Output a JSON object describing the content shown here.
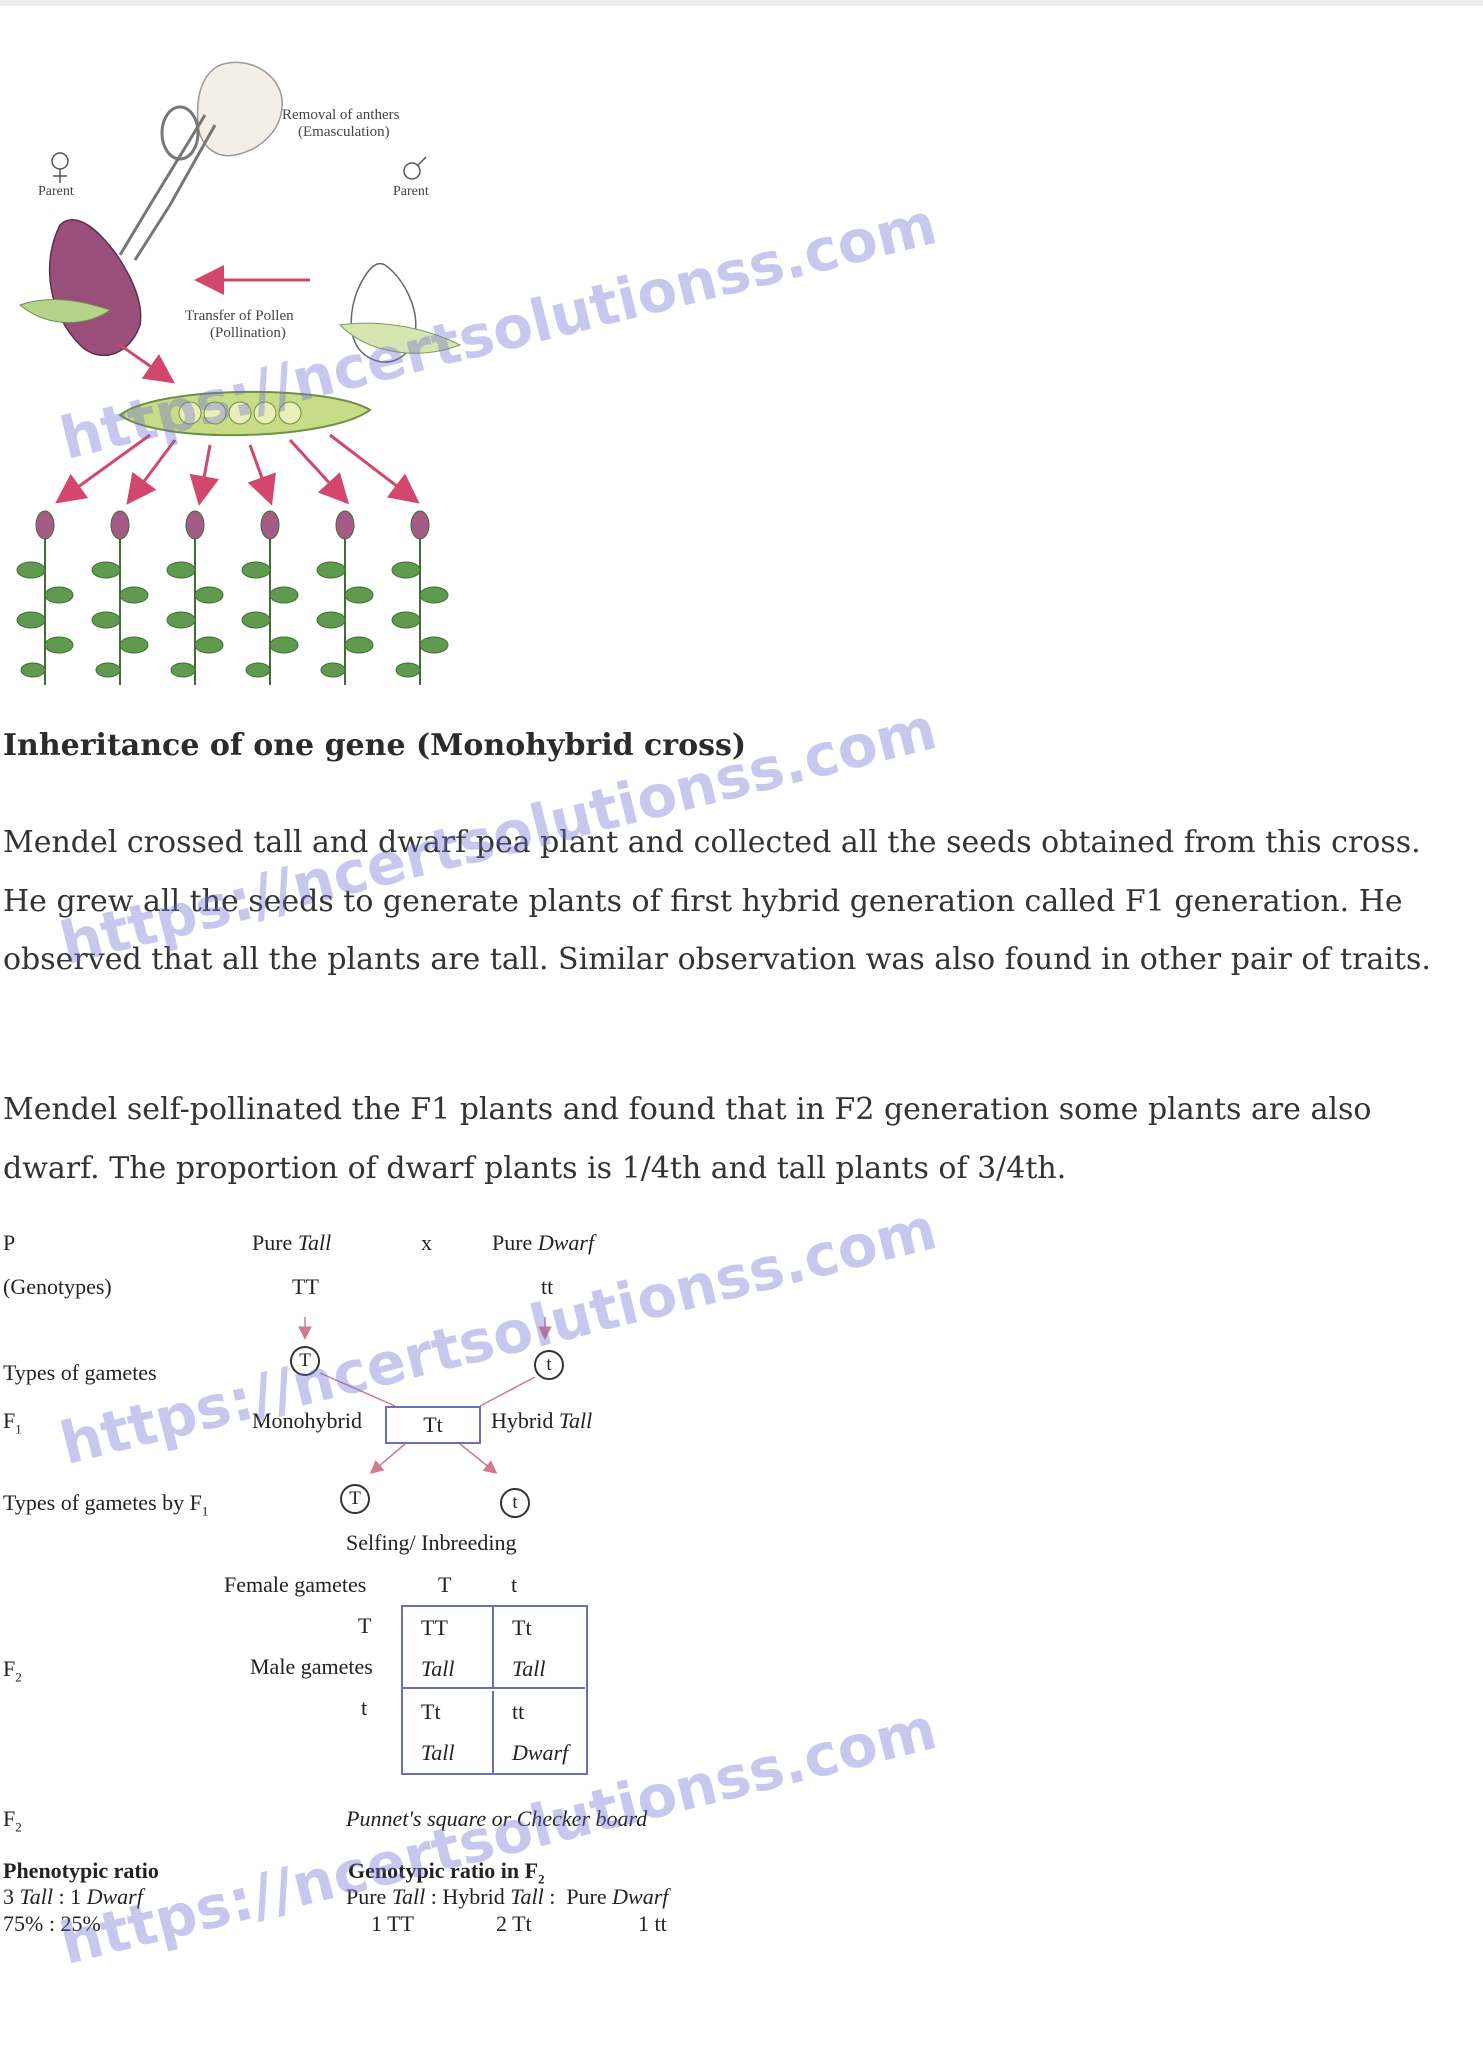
{
  "figure": {
    "removal_label_1": "Removal of anthers",
    "removal_label_2": "(Emasculation)",
    "female_parent": "Parent",
    "male_parent": "Parent",
    "transfer_label_1": "Transfer of Pollen",
    "transfer_label_2": "(Pollination)"
  },
  "heading": "Inheritance of one gene (Monohybrid cross)",
  "paragraphs": [
    "Mendel crossed tall and dwarf pea plant and collected all the seeds obtained from this cross. He grew all the seeds to generate plants of first hybrid generation called F1 generation. He observed that all the plants are tall. Similar observation was also found in other pair of traits.",
    "Mendel self-pollinated the F1 plants and found that in F2 generation some plants are also dwarf. The proportion of dwarf plants is 1/4th and tall plants of 3/4th."
  ],
  "cross": {
    "p_label": "P",
    "pure_word": "Pure",
    "tall_word": "Tall",
    "cross_sign": "x",
    "dwarf_word": "Dwarf",
    "genotypes_label": "(Genotypes)",
    "genotype_tall": "TT",
    "genotype_dwarf": "tt",
    "gametes_label": "Types of gametes",
    "gamete_T": "T",
    "gamete_t": "t",
    "f1_label": "F",
    "f1_sub": "1",
    "monohybrid": "Monohybrid",
    "f1_genotype": "Tt",
    "hybrid_word": "Hybrid",
    "gametes_f1_label": "Types of gametes by F",
    "selfing": "Selfing/ Inbreeding",
    "female_gametes": "Female gametes",
    "male_gametes": "Male gametes",
    "f2_label": "F",
    "f2_sub": "2",
    "punnett": [
      {
        "genotype": "TT",
        "phenotype": "Tall"
      },
      {
        "genotype": "Tt",
        "phenotype": "Tall"
      },
      {
        "genotype": "Tt",
        "phenotype": "Tall"
      },
      {
        "genotype": "tt",
        "phenotype": "Dwarf"
      }
    ],
    "punnett_caption": "Punnet's square or Checker board",
    "phenotypic_ratio_label": "Phenotypic ratio",
    "phenotypic_ratio_num": "3",
    "phenotypic_ratio_mid": ": 1",
    "phenotypic_percent": "75% : 25%",
    "genotypic_ratio_label": "Genotypic ratio in F",
    "hybrid_colon": "Hybrid",
    "genotypic_values": [
      "1 TT",
      "2 Tt",
      "1 tt"
    ]
  },
  "watermark": "https://ncertsolutionss.com"
}
